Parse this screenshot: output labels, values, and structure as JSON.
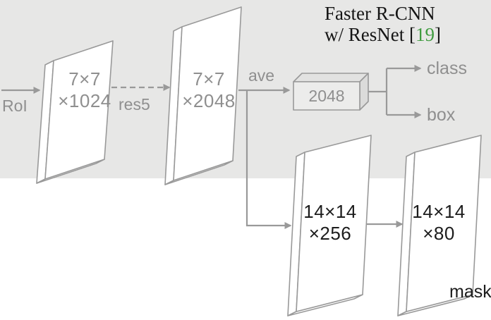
{
  "title": {
    "line1": "Faster R-CNN",
    "line2_pre": "w/ ResNet [",
    "citation": "19",
    "line2_post": "]"
  },
  "labels": {
    "roi": "RoI",
    "res5": "res5",
    "ave": "ave",
    "class": "class",
    "box": "box",
    "mask": "mask"
  },
  "blocks": {
    "plate1": {
      "line1": "7×7",
      "line2": "×1024"
    },
    "plate2": {
      "line1": "7×7",
      "line2": "×2048"
    },
    "fc": {
      "label": "2048"
    },
    "plate3": {
      "line1": "14×14",
      "line2": "×256"
    },
    "plate4": {
      "line1": "14×14",
      "line2": "×80"
    }
  },
  "colors": {
    "background_band": "#e7e7e6",
    "plate_fill": "#ffffff",
    "outline_gray": "#999999",
    "label_gray": "#8f8f8f",
    "text_dark": "#1c1c1c",
    "citation_green": "#3f9b3f"
  }
}
